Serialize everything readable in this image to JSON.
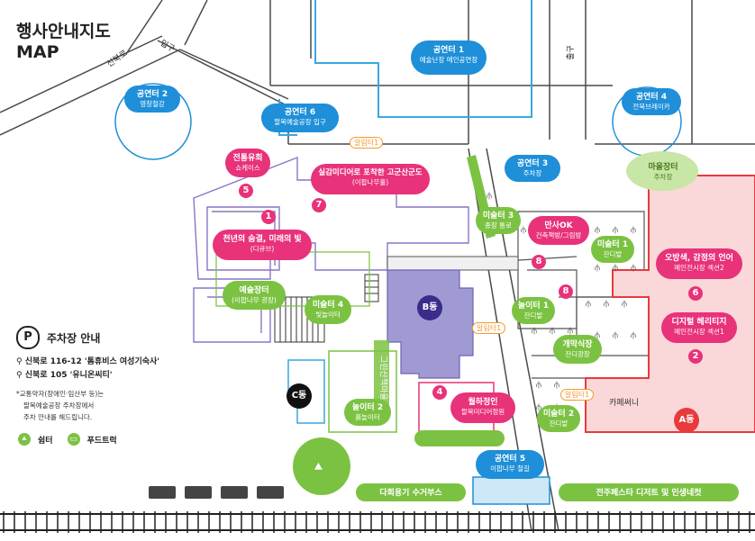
{
  "header": {
    "title_ko": "행사안내지도",
    "title_en": "MAP"
  },
  "roads": {
    "sinbuk_road": "신북로",
    "exit_left": "입구",
    "exit_right": "출구"
  },
  "stages": {
    "s1": {
      "name": "공연터",
      "num": "1",
      "sub": "예술난장 메인공연장"
    },
    "s2": {
      "name": "공연터",
      "num": "2",
      "sub": "영창철강"
    },
    "s3": {
      "name": "공연터",
      "num": "3",
      "sub": "주차장"
    },
    "s4": {
      "name": "공연터",
      "num": "4",
      "sub": "전북브레이카"
    },
    "s5": {
      "name": "공연터",
      "num": "5",
      "sub": "이팝나무 철길"
    },
    "s6": {
      "name": "공연터",
      "num": "6",
      "sub": "팔복예술공장 입구"
    }
  },
  "venues": {
    "v1": {
      "name": "천년의 숨결, 미래의 빛",
      "sub": "(디큐브)",
      "num": "1"
    },
    "v2": {
      "name": "디지털 헤리티지",
      "sub": "메인전시장 섹션1",
      "num": "2"
    },
    "v4": {
      "name": "월하정인",
      "sub": "팔복미디어정원",
      "num": "4"
    },
    "v5": {
      "name": "전통유희",
      "sub": "쇼케이스",
      "num": "5"
    },
    "v6": {
      "name": "오방색, 감정의 언어",
      "sub": "메인전시장 섹션2",
      "num": "6"
    },
    "v7": {
      "name": "실감미디어로 포착한 고군산군도",
      "sub": "(이팝나무홀)",
      "num": "7"
    },
    "v8": {
      "name": "만사OK",
      "sub": "건축책방/그림방",
      "num": "8"
    }
  },
  "art_markets": {
    "m1": {
      "name": "미술터",
      "num": "1",
      "sub": "잔디밭"
    },
    "m2": {
      "name": "미술터",
      "num": "2",
      "sub": "잔디밭"
    },
    "m3": {
      "name": "미술터",
      "num": "3",
      "sub": "종장 통로"
    },
    "m4": {
      "name": "미술터",
      "num": "4",
      "sub": "빛놀이터"
    }
  },
  "play": {
    "p1": {
      "name": "놀이터",
      "num": "1",
      "sub": "잔디밭"
    },
    "p2": {
      "name": "놀이터",
      "num": "2",
      "sub": "흙놀이터"
    }
  },
  "markets": {
    "art_market": {
      "name": "예술장터",
      "sub": "(이팝나무 광장)"
    },
    "village_market": {
      "name": "마을장터",
      "sub": "주차장"
    },
    "cinema_plaza": {
      "name": "개막식장",
      "sub": "잔디광장"
    }
  },
  "info": {
    "label": "알림터",
    "num": "1"
  },
  "buildings": {
    "b": "B동",
    "c": "C동",
    "a": "A동",
    "cafe": "카페써니",
    "green_walk": "그린산책마을"
  },
  "bottom": {
    "bus_label": "다회용기 수거부스",
    "festa_label": "전주페스타 디저트 및 인생네컷"
  },
  "parking": {
    "title": "주차장 안내",
    "line1": "신북로 116-12 '톰휴비스 여성기숙사'",
    "line2": "신북로 105 '유니온씨티'",
    "note1": "*교통약자(장애인·임산부 등)는",
    "note2": "팔복예술공장 주차장에서",
    "note3": "주차 안내를 해드립니다."
  },
  "legend": {
    "rest": "쉼터",
    "foodtruck": "푸드트럭"
  },
  "colors": {
    "pink": "#e8327a",
    "blue": "#1e8fd8",
    "green": "#7cc242",
    "orange": "#f39a2b",
    "purple": "#a09ad2",
    "red": "#e83a3a",
    "navy": "#3b2b8a"
  }
}
